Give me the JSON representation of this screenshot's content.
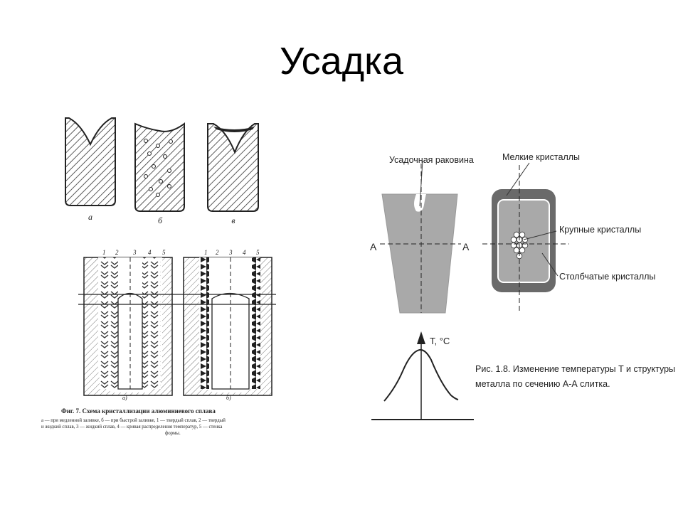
{
  "slide": {
    "title": "Усадка"
  },
  "left_top": {
    "labels": [
      "а",
      "б",
      "в"
    ]
  },
  "left_bottom": {
    "number_labels_a": [
      "1",
      "2",
      "3",
      "4",
      "5"
    ],
    "number_labels_b": [
      "1",
      "2",
      "3",
      "4",
      "5"
    ],
    "sub_labels": [
      "а)",
      "б)"
    ],
    "caption_title": "Фиг. 7. Схема кристаллизации алюминиевого сплава",
    "caption_lines": [
      "а — при медленной заливке, б — при быстрой заливке, 1 — твердый сплав, 2 — твердый",
      "и жидкий сплав, 3 — жидкий сплав, 4 — кривая распределения температур, 5 — стенка",
      "формы."
    ]
  },
  "right": {
    "label_shrink_cavity": "Усадочная раковина",
    "label_small_crystals": "Мелкие кристаллы",
    "label_large_crystals": "Крупные кристаллы",
    "label_columnar_crystals": "Столбчатые кристаллы",
    "section_left": "А",
    "section_right": "А",
    "axis_label": "T, °C",
    "caption_lines": [
      "Рис. 1.8. Изменение температуры T и структуры",
      "металла по сечению А-А слитка."
    ]
  }
}
